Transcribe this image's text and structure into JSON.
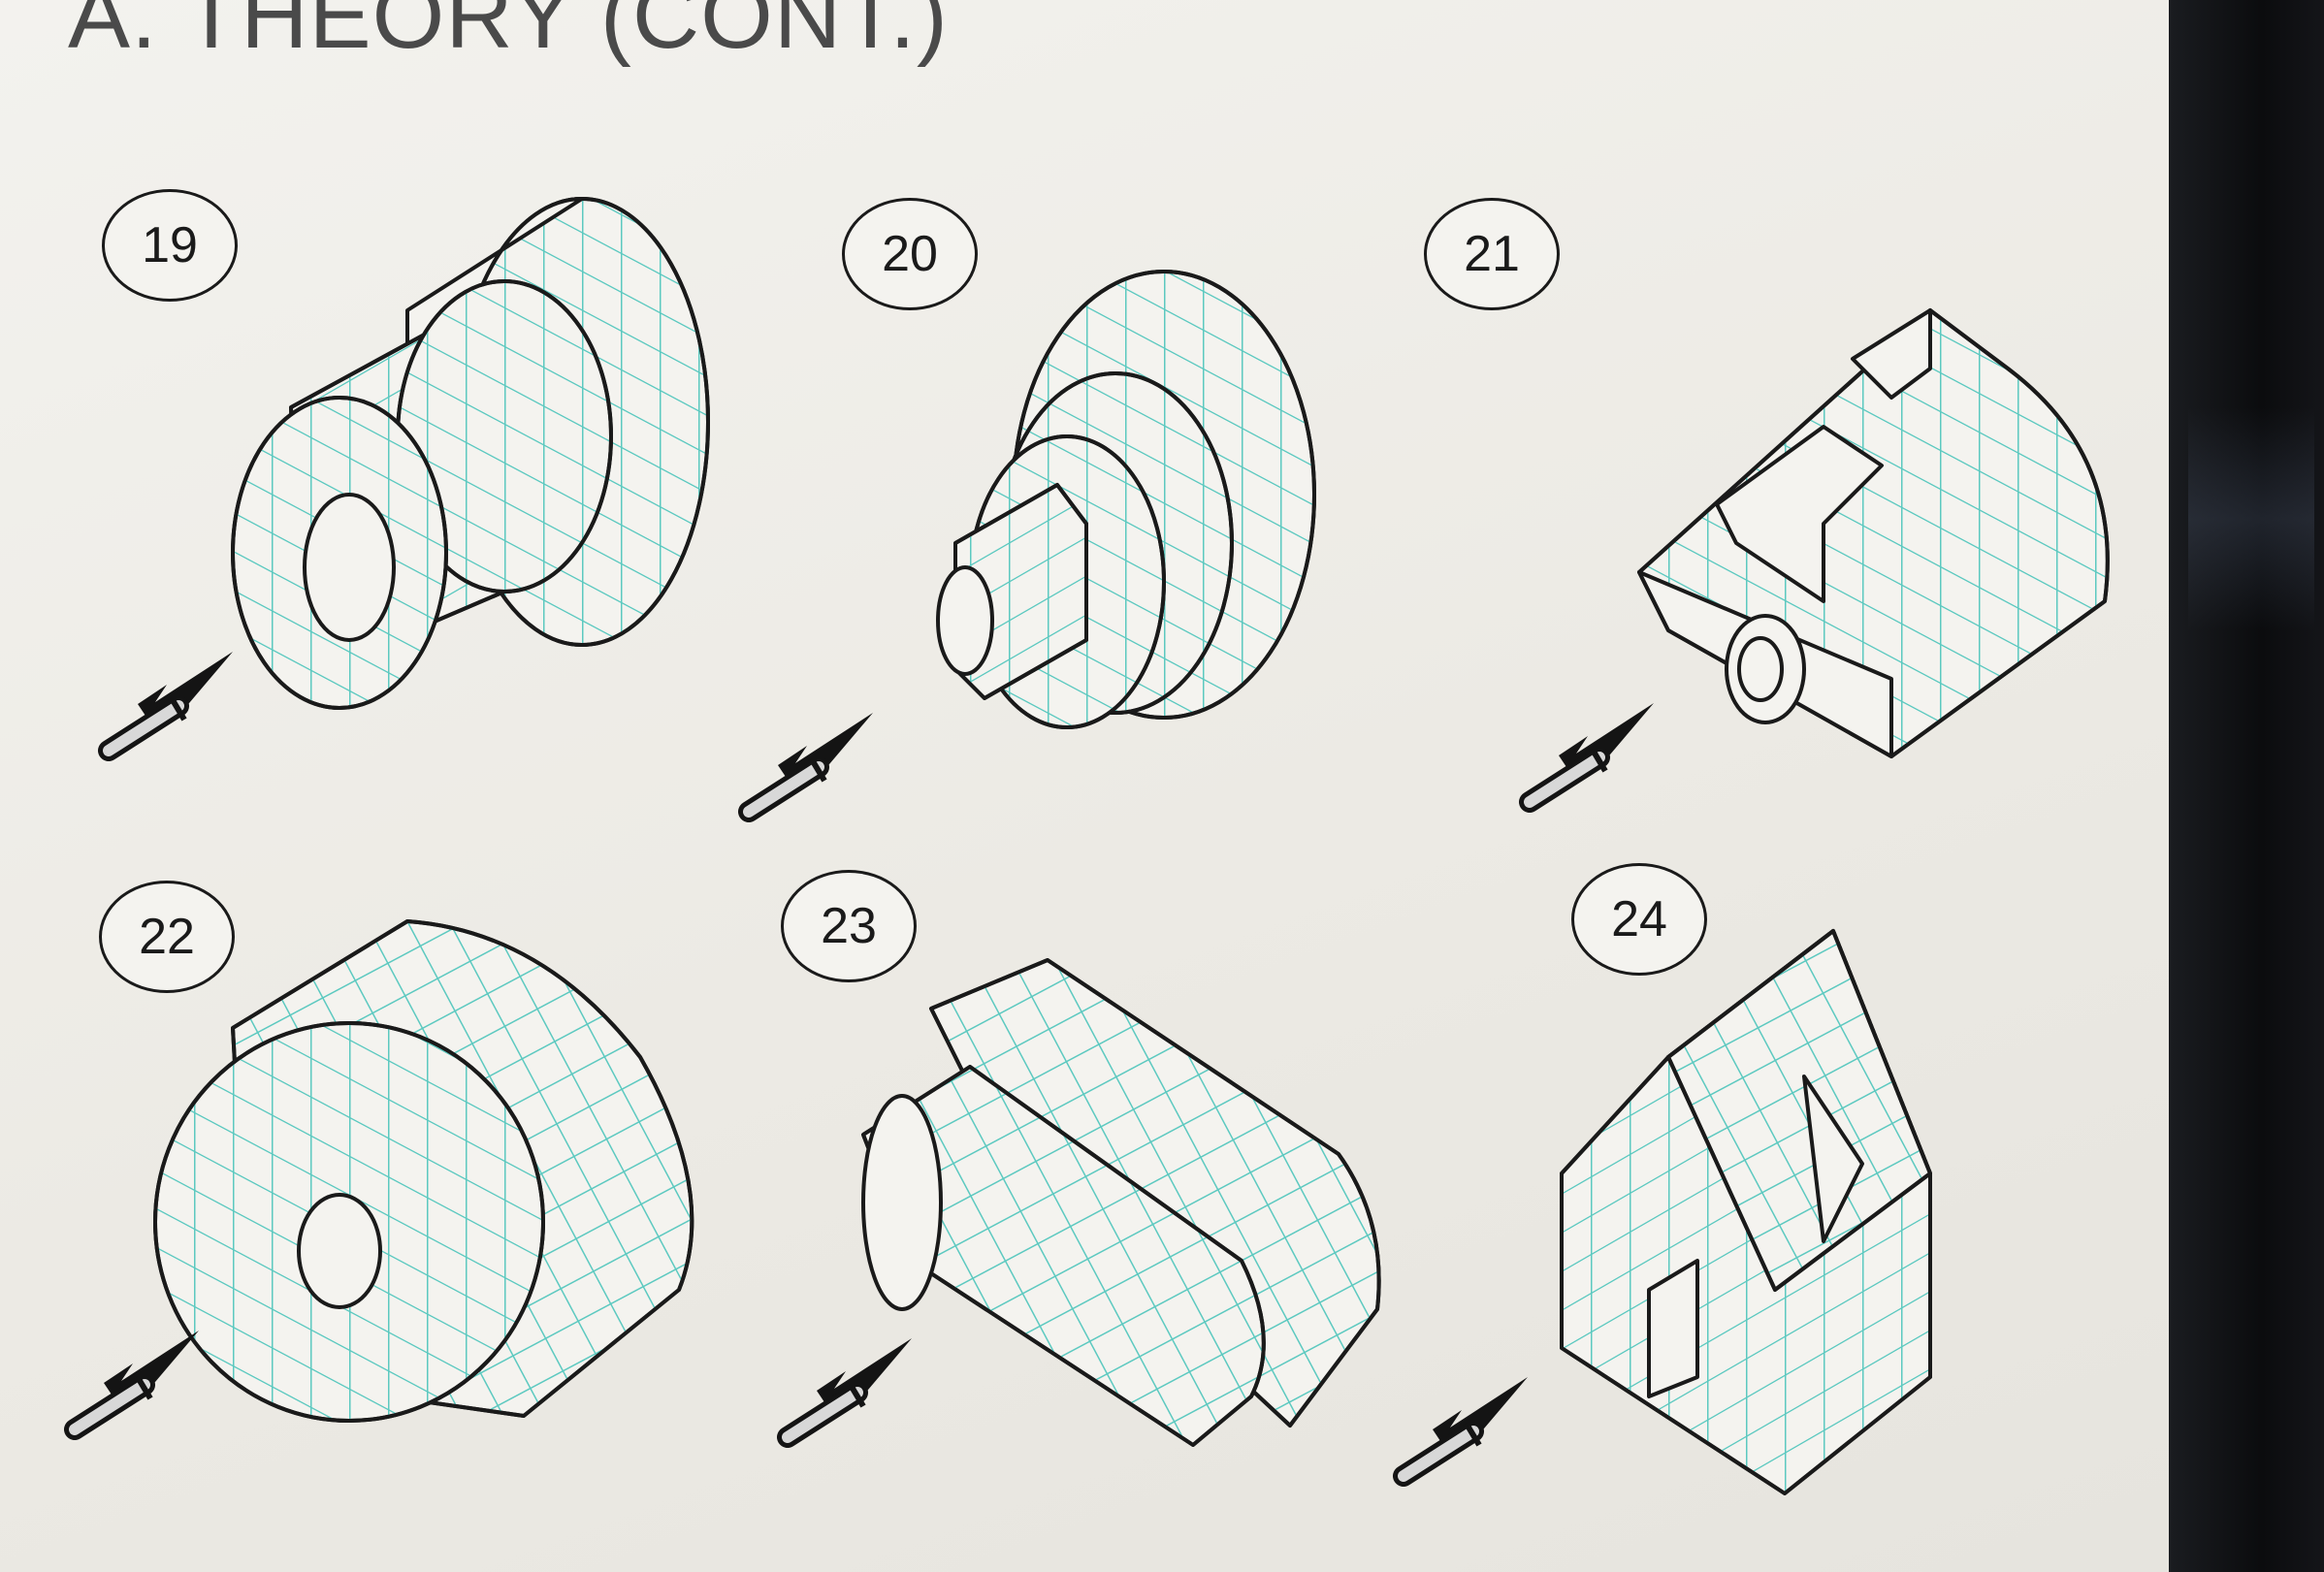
{
  "slide": {
    "title": "A. THEORY (CONT.)"
  },
  "figures": [
    {
      "number": "19",
      "shape": "stepped-cylinder-with-bore"
    },
    {
      "number": "20",
      "shape": "stepped-shaft-with-key"
    },
    {
      "number": "21",
      "shape": "notched-block-with-lug"
    },
    {
      "number": "22",
      "shape": "rounded-block-with-hole"
    },
    {
      "number": "23",
      "shape": "double-slotted-plate"
    },
    {
      "number": "24",
      "shape": "notched-house-block"
    }
  ],
  "colors": {
    "outline": "#1a1a1a",
    "grid": "#5cc9c0",
    "fill": "#f4f3ef",
    "background": "#eeece7",
    "bezel": "#0e0f12"
  },
  "icons": {
    "view_arrow": "view-direction-arrow-icon"
  }
}
